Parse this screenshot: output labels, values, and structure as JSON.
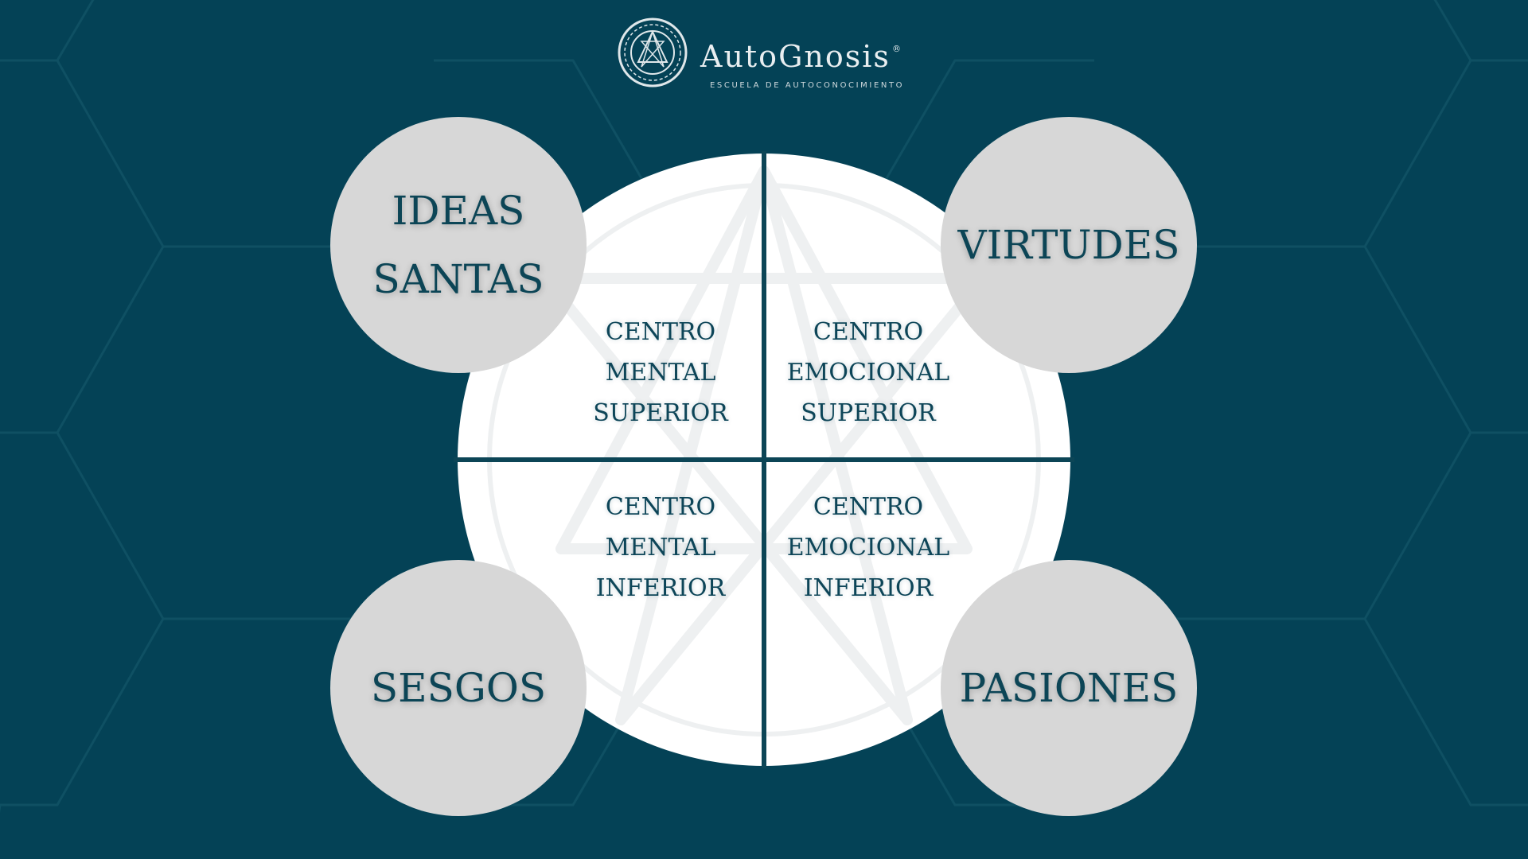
{
  "brand": {
    "name": "AutoGnosis",
    "registered_mark": "®",
    "tagline": "ESCUELA DE AUTOCONOCIMIENTO"
  },
  "quadrants": {
    "top_left": [
      "CENTRO",
      "MENTAL",
      "SUPERIOR"
    ],
    "top_right": [
      "CENTRO",
      "EMOCIONAL",
      "SUPERIOR"
    ],
    "bottom_left": [
      "CENTRO",
      "MENTAL",
      "INFERIOR"
    ],
    "bottom_right": [
      "CENTRO",
      "EMOCIONAL",
      "INFERIOR"
    ]
  },
  "bubbles": {
    "top_left": [
      "IDEAS",
      "SANTAS"
    ],
    "top_right": [
      "VIRTUDES"
    ],
    "bottom_left": [
      "SESGOS"
    ],
    "bottom_right": [
      "PASIONES"
    ]
  },
  "colors": {
    "background": "#044256",
    "circle": "#ffffff",
    "bubble": "#d7d7d7",
    "text": "#0c4556"
  }
}
